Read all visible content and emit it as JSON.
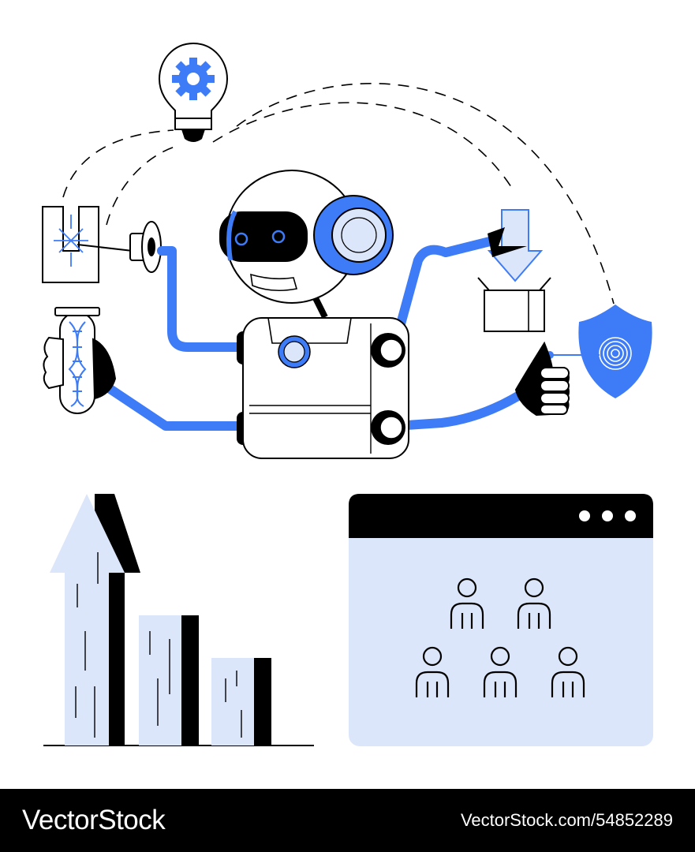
{
  "colors": {
    "accent": "#3D7BF7",
    "light_fill": "#DCE6FA",
    "ink": "#000000",
    "background": "#FFFFFF"
  },
  "illustration": {
    "icons": [
      "lightbulb-gear-icon",
      "laser-cutter-icon",
      "dna-test-tube-icon",
      "download-box-icon",
      "fingerprint-shield-icon",
      "growth-bar-chart-icon",
      "team-window-icon"
    ],
    "bar_chart_levels": [
      1.0,
      0.53,
      0.36
    ],
    "window": {
      "dots": 3,
      "people_rows": [
        2,
        3
      ]
    }
  },
  "footer": {
    "brand": "VectorStock",
    "stock_id": "VectorStock.com/54852289"
  }
}
